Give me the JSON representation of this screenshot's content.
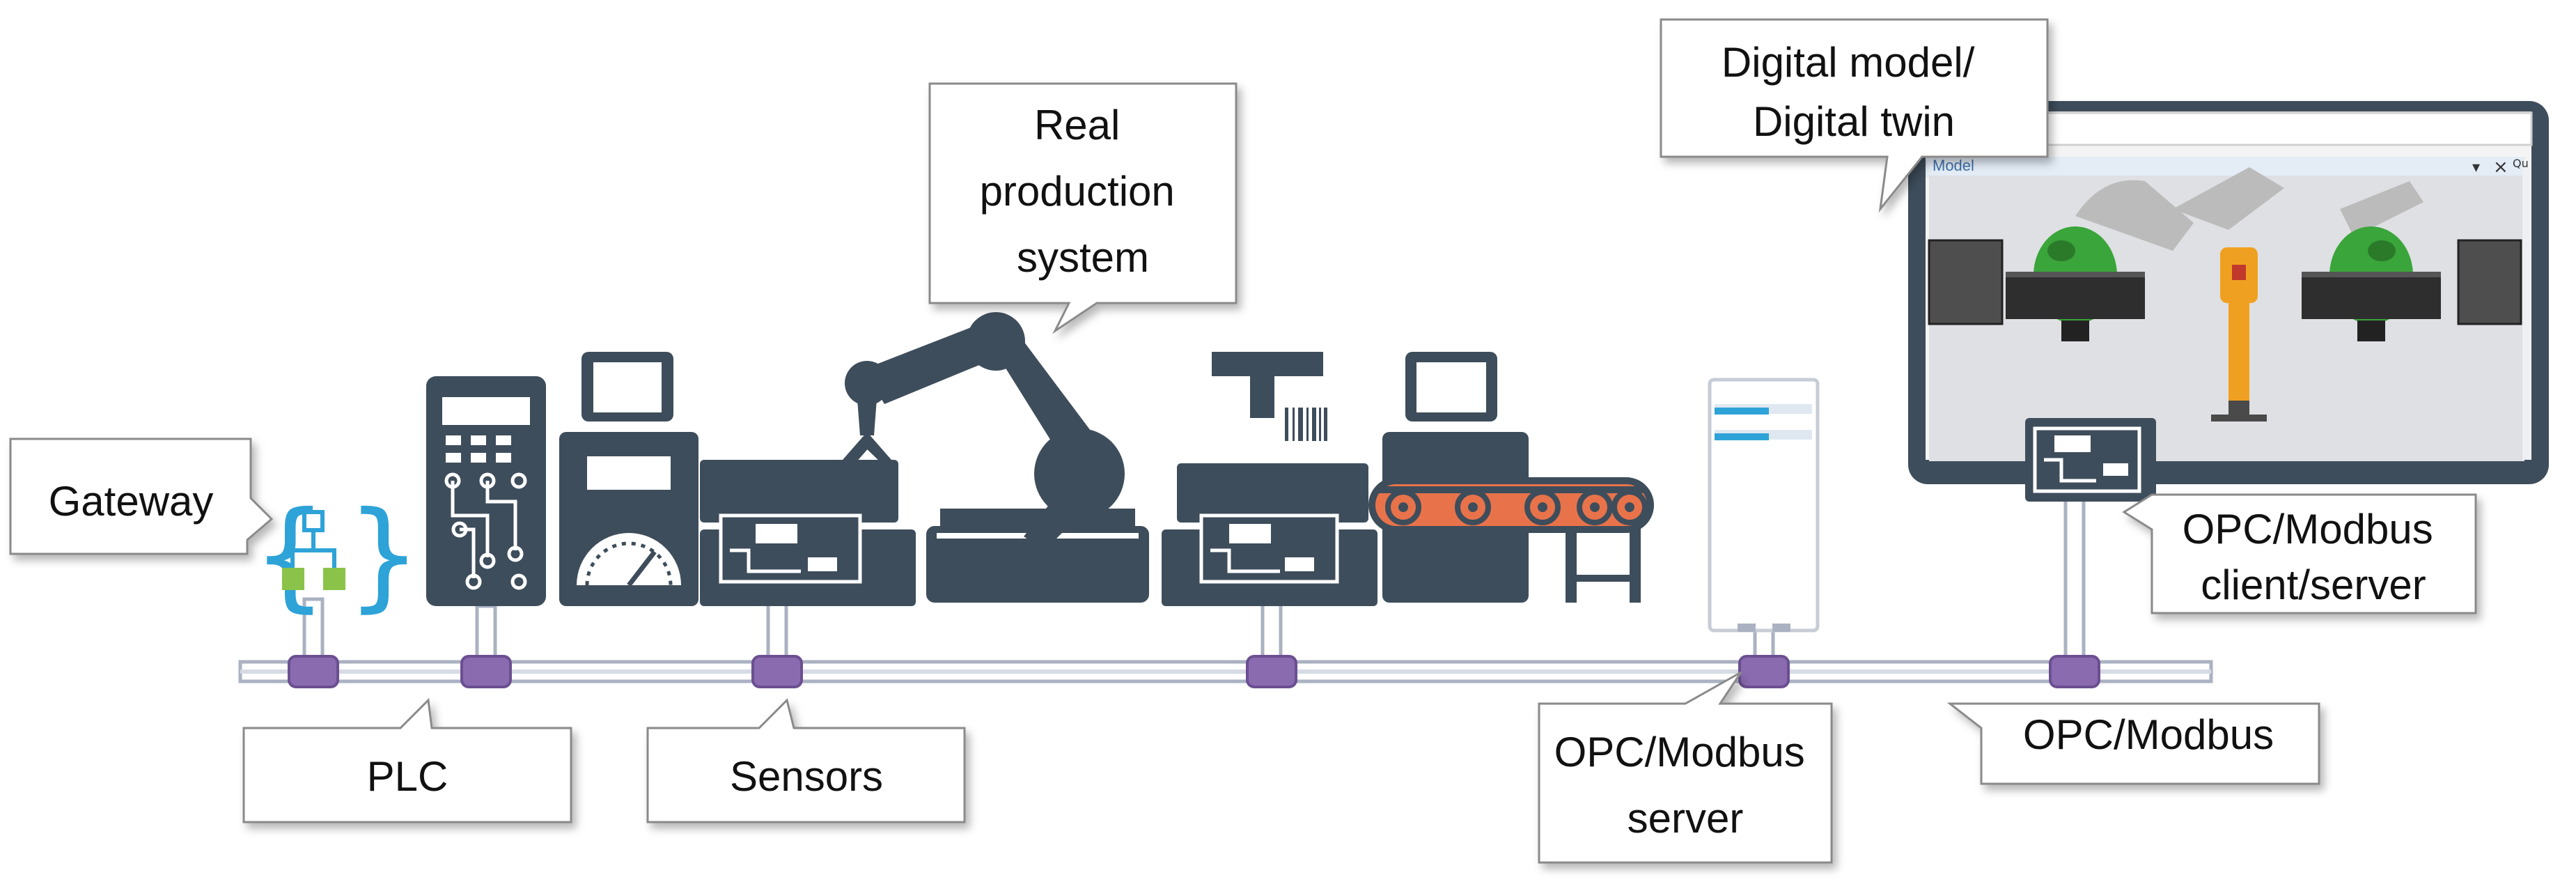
{
  "callouts": {
    "gateway": "Gateway",
    "plc": "PLC",
    "sensors": "Sensors",
    "real_production_system": [
      "Real",
      "production",
      "system"
    ],
    "opc_modbus_server": [
      "OPC/Modbus",
      "server"
    ],
    "opc_modbus": "OPC/Modbus",
    "digital_model": [
      "Digital model/",
      "Digital twin"
    ],
    "opc_modbus_client_server": [
      "OPC/Modbus",
      "client/server"
    ]
  },
  "twin_window": {
    "pane_title": "Model",
    "close_glyph": "×",
    "dropdown_glyph": "▾",
    "side_tab": "Qu"
  },
  "colors": {
    "device": "#3e4d5b",
    "bus_node": "#8b6bb0",
    "bus_line": "#c3c9d6",
    "conveyor": "#e8734a",
    "gateway_blue": "#2ea3d8",
    "gateway_green": "#8bc34a",
    "robot_green": "#3aa53a",
    "robot_orange": "#f0a020"
  }
}
